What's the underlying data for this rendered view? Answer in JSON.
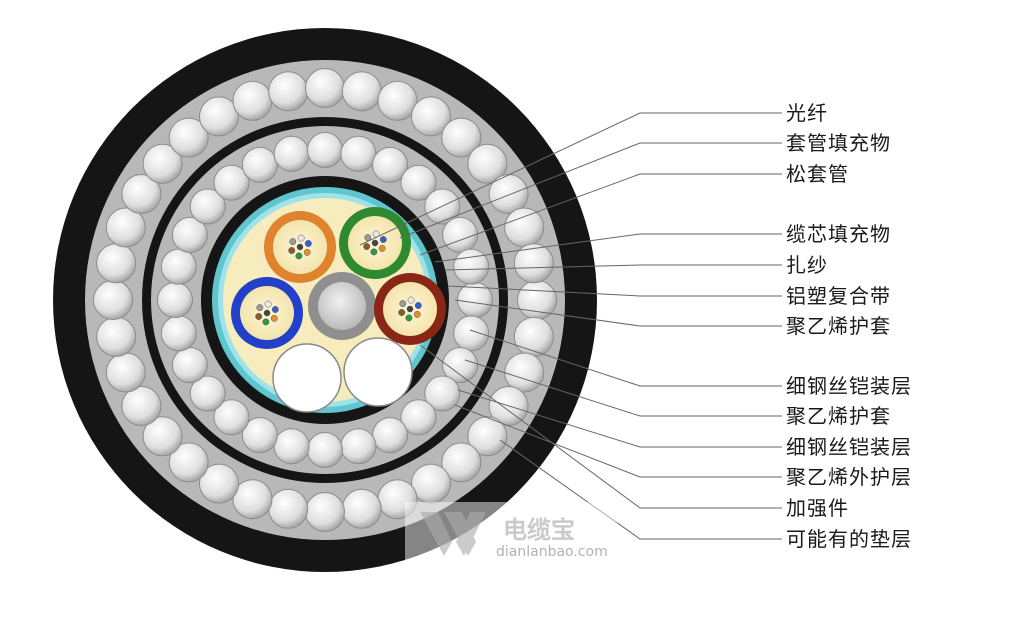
{
  "labels": [
    {
      "id": "optical-fiber",
      "text": "光纤"
    },
    {
      "id": "tube-filler",
      "text": "套管填充物"
    },
    {
      "id": "loose-tube",
      "text": "松套管"
    },
    {
      "id": "core-filler",
      "text": "缆芯填充物"
    },
    {
      "id": "binder-yarn",
      "text": "扎纱"
    },
    {
      "id": "aluminum-tape",
      "text": "铝塑复合带"
    },
    {
      "id": "pe-sheath-inner",
      "text": "聚乙烯护套"
    },
    {
      "id": "wire-armor-1",
      "text": "细钢丝铠装层"
    },
    {
      "id": "pe-sheath-mid",
      "text": "聚乙烯护套"
    },
    {
      "id": "wire-armor-2",
      "text": "细钢丝铠装层"
    },
    {
      "id": "pe-outer-sheath",
      "text": "聚乙烯外护层"
    },
    {
      "id": "strength-member",
      "text": "加强件"
    },
    {
      "id": "optional-bedding",
      "text": "可能有的垫层"
    }
  ],
  "watermark": {
    "brand": "电缆宝",
    "domain": "dianlanbao.com"
  },
  "colors": {
    "outer_sheath": "#141414",
    "armor_wire": "#e2e2e2",
    "armor_bg": "#bdbdbd",
    "aluminum_tape": "#5fc6cf",
    "core_filler": "#f6ecbd",
    "tube_orange": "#e0832f",
    "tube_green": "#2f8a2f",
    "tube_blue": "#2340c8",
    "tube_red": "#8a2616",
    "strength_member": "#cfcfcf"
  }
}
